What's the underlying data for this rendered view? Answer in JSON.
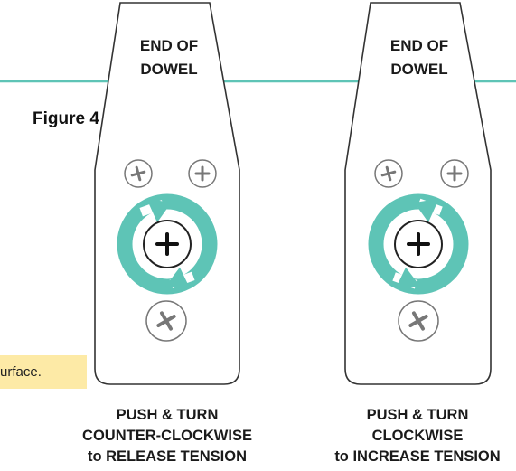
{
  "figure": {
    "label": "Figure 4",
    "note_text": "urface."
  },
  "panels": [
    {
      "end_label_line1": "END OF",
      "end_label_line2": "DOWEL",
      "caption_line1": "PUSH & TURN",
      "caption_line2": "COUNTER-CLOCKWISE",
      "caption_line3": "to RELEASE TENSION",
      "rotation": "counter-clockwise"
    },
    {
      "end_label_line1": "END OF",
      "end_label_line2": "DOWEL",
      "caption_line1": "PUSH & TURN",
      "caption_line2": "CLOCKWISE",
      "caption_line3": "to INCREASE TENSION",
      "rotation": "clockwise"
    }
  ],
  "colors": {
    "arrow": "#5ec4b6",
    "line": "#5ec4b6",
    "outline": "#333333",
    "screw_outline": "#666666",
    "note_bg": "#fdeaa6"
  },
  "icons": [
    "plus-screw-icon",
    "cross-screw-icon",
    "rotation-arrow-icon"
  ]
}
